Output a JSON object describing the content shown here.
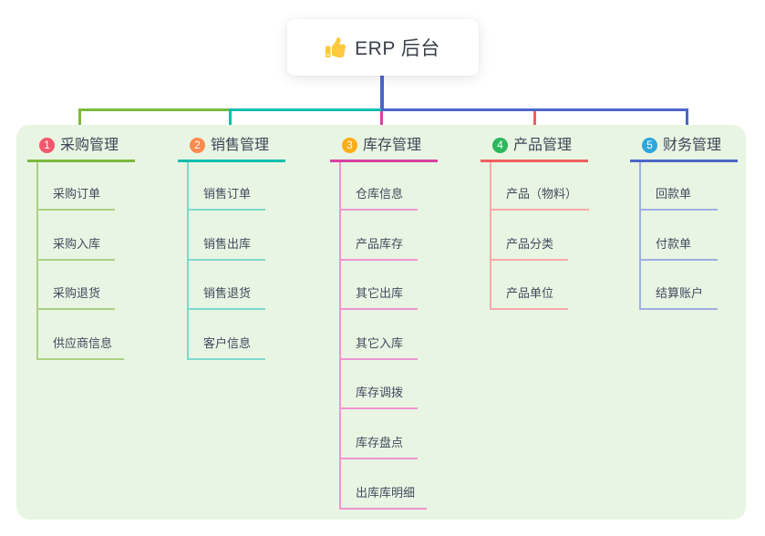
{
  "root": {
    "label": "ERP 后台",
    "icon": "thumbs-up-icon",
    "icon_color": "#FFC83D",
    "edge_color": "#4D66C9"
  },
  "panel": {
    "background": "#E9F5E3"
  },
  "branches": [
    {
      "index": "1",
      "label": "采购管理",
      "accent": "#7CB93E",
      "light": "#A9D184",
      "badge_color": "#F0596D",
      "children": [
        "采购订单",
        "采购入库",
        "采购退货",
        "供应商信息"
      ]
    },
    {
      "index": "2",
      "label": "销售管理",
      "accent": "#0EBDAD",
      "light": "#7ED9CD",
      "badge_color": "#FB8A4E",
      "children": [
        "销售订单",
        "销售出库",
        "销售退货",
        "客户信息"
      ]
    },
    {
      "index": "3",
      "label": "库存管理",
      "accent": "#DA3FA4",
      "light": "#EC96CF",
      "badge_color": "#FAAD14",
      "children": [
        "仓库信息",
        "产品库存",
        "其它出库",
        "其它入库",
        "库存调拨",
        "库存盘点",
        "出库库明细"
      ]
    },
    {
      "index": "4",
      "label": "产品管理",
      "accent": "#F25E5E",
      "light": "#F8A9A9",
      "badge_color": "#2CB85C",
      "children": [
        "产品（物料）",
        "产品分类",
        "产品单位"
      ]
    },
    {
      "index": "5",
      "label": "财务管理",
      "accent": "#4D66C9",
      "light": "#9FAEE3",
      "badge_color": "#2EA6DC",
      "children": [
        "回款单",
        "付款单",
        "结算账户"
      ]
    }
  ]
}
